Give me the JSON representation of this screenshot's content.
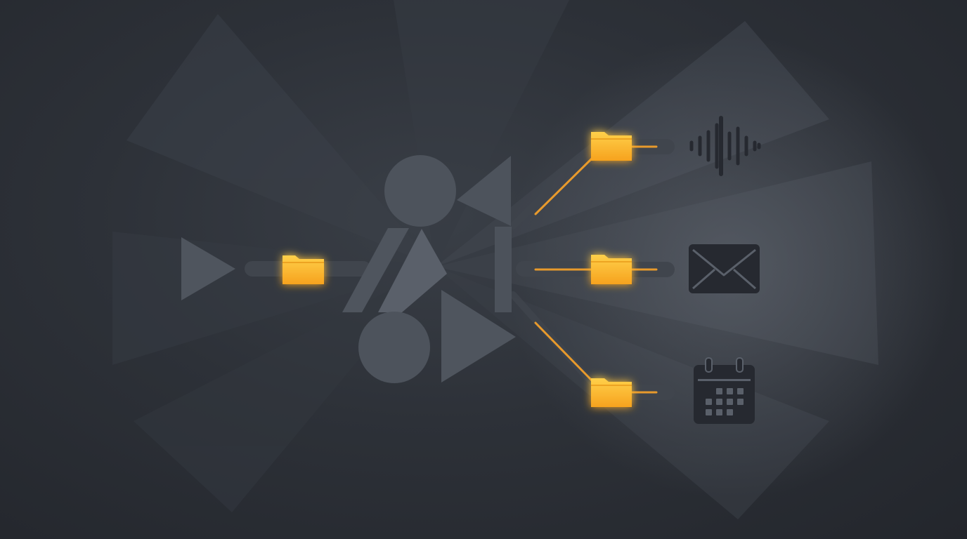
{
  "diagram": {
    "description_free": true,
    "palette": {
      "background_dark": "#23262c",
      "background_mid": "#353a42",
      "shape_gray": "#4c525b",
      "shape_light": "#5d636c",
      "icon_dark": "#2a2d33",
      "folder_orange": "#f7a823",
      "folder_yellow": "#ffc93c",
      "connector_orange": "#e89a2c",
      "track_gray": "#40454d"
    },
    "nodes": [
      {
        "id": "input-play",
        "icon": "play-triangle-icon"
      },
      {
        "id": "input-folder",
        "icon": "folder-icon"
      },
      {
        "id": "hub",
        "icon": "abstract-shapes-hub"
      },
      {
        "id": "output-folder-top",
        "icon": "folder-icon"
      },
      {
        "id": "output-folder-middle",
        "icon": "folder-icon"
      },
      {
        "id": "output-folder-bottom",
        "icon": "folder-icon"
      },
      {
        "id": "output-audio",
        "icon": "audio-waveform-icon"
      },
      {
        "id": "output-mail",
        "icon": "envelope-icon"
      },
      {
        "id": "output-calendar",
        "icon": "calendar-icon"
      }
    ],
    "edges": [
      {
        "from": "input-play",
        "to": "input-folder"
      },
      {
        "from": "input-folder",
        "to": "hub"
      },
      {
        "from": "hub",
        "to": "output-folder-top"
      },
      {
        "from": "hub",
        "to": "output-folder-middle"
      },
      {
        "from": "hub",
        "to": "output-folder-bottom"
      },
      {
        "from": "output-folder-top",
        "to": "output-audio"
      },
      {
        "from": "output-folder-middle",
        "to": "output-mail"
      },
      {
        "from": "output-folder-bottom",
        "to": "output-calendar"
      }
    ]
  }
}
